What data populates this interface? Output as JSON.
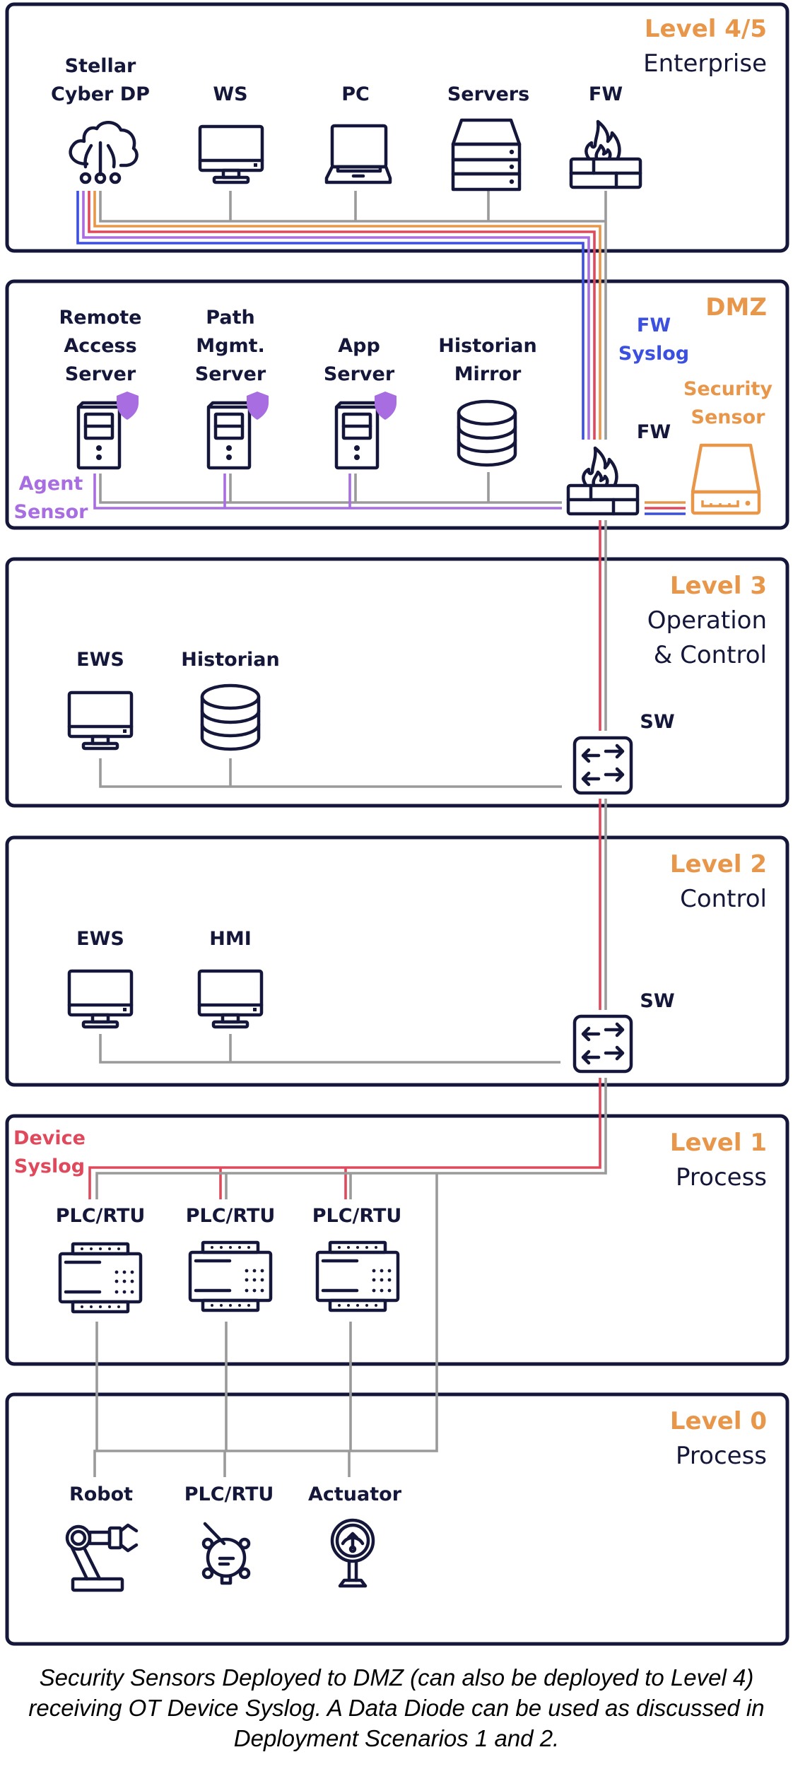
{
  "colors": {
    "border": "#14173a",
    "level_title": "#e8974a",
    "network": "#9a9a9a",
    "fw_syslog": "#3b4fe0",
    "agent_sensor": "#a86de0",
    "device_syslog": "#e0495c",
    "security_sensor": "#e8974a"
  },
  "levels": [
    {
      "title": "Level 4/5",
      "subtitle": [
        "Enterprise"
      ]
    },
    {
      "title": "DMZ",
      "subtitle": []
    },
    {
      "title": "Level 3",
      "subtitle": [
        "Operation",
        "& Control"
      ]
    },
    {
      "title": "Level 2",
      "subtitle": [
        "Control"
      ]
    },
    {
      "title": "Level 1",
      "subtitle": [
        "Process"
      ]
    },
    {
      "title": "Level 0",
      "subtitle": [
        "Process"
      ]
    }
  ],
  "enterprise": {
    "devices": [
      {
        "label": [
          "Stellar",
          "Cyber DP"
        ],
        "icon": "cloud-network-icon"
      },
      {
        "label": [
          "WS"
        ],
        "icon": "monitor-icon"
      },
      {
        "label": [
          "PC"
        ],
        "icon": "laptop-icon"
      },
      {
        "label": [
          "Servers"
        ],
        "icon": "server-stack-icon"
      },
      {
        "label": [
          "FW"
        ],
        "icon": "firewall-icon"
      }
    ]
  },
  "dmz": {
    "devices": [
      {
        "label": [
          "Remote",
          "Access",
          "Server"
        ],
        "icon": "server-tower-icon",
        "agent": true
      },
      {
        "label": [
          "Path",
          "Mgmt.",
          "Server"
        ],
        "icon": "server-tower-icon",
        "agent": true
      },
      {
        "label": [
          "App",
          "Server"
        ],
        "icon": "server-tower-icon",
        "agent": true
      },
      {
        "label": [
          "Historian",
          "Mirror"
        ],
        "icon": "database-icon",
        "agent": false
      }
    ],
    "fw_label": "FW",
    "fw_syslog_label": [
      "FW",
      "Syslog"
    ],
    "security_sensor_label": [
      "Security",
      "Sensor"
    ],
    "agent_sensor_label": [
      "Agent",
      "Sensor"
    ]
  },
  "level3": {
    "devices": [
      {
        "label": [
          "EWS"
        ],
        "icon": "monitor-icon"
      },
      {
        "label": [
          "Historian"
        ],
        "icon": "database-icon"
      }
    ],
    "switch_label": "SW"
  },
  "level2": {
    "devices": [
      {
        "label": [
          "EWS"
        ],
        "icon": "monitor-icon"
      },
      {
        "label": [
          "HMI"
        ],
        "icon": "monitor-icon"
      }
    ],
    "switch_label": "SW"
  },
  "level1": {
    "device_syslog_label": [
      "Device",
      "Syslog"
    ],
    "devices": [
      {
        "label": [
          "PLC/RTU"
        ],
        "icon": "plc-module-icon"
      },
      {
        "label": [
          "PLC/RTU"
        ],
        "icon": "plc-module-icon"
      },
      {
        "label": [
          "PLC/RTU"
        ],
        "icon": "plc-module-icon"
      }
    ]
  },
  "level0": {
    "devices": [
      {
        "label": [
          "Robot"
        ],
        "icon": "robot-arm-icon"
      },
      {
        "label": [
          "PLC/RTU"
        ],
        "icon": "valve-icon"
      },
      {
        "label": [
          "Actuator"
        ],
        "icon": "gauge-actuator-icon"
      }
    ]
  },
  "caption": "Security Sensors Deployed to DMZ (can also be deployed to Level 4) receiving OT Device Syslog. A Data Diode can be used as discussed in Deployment Scenarios 1 and 2."
}
